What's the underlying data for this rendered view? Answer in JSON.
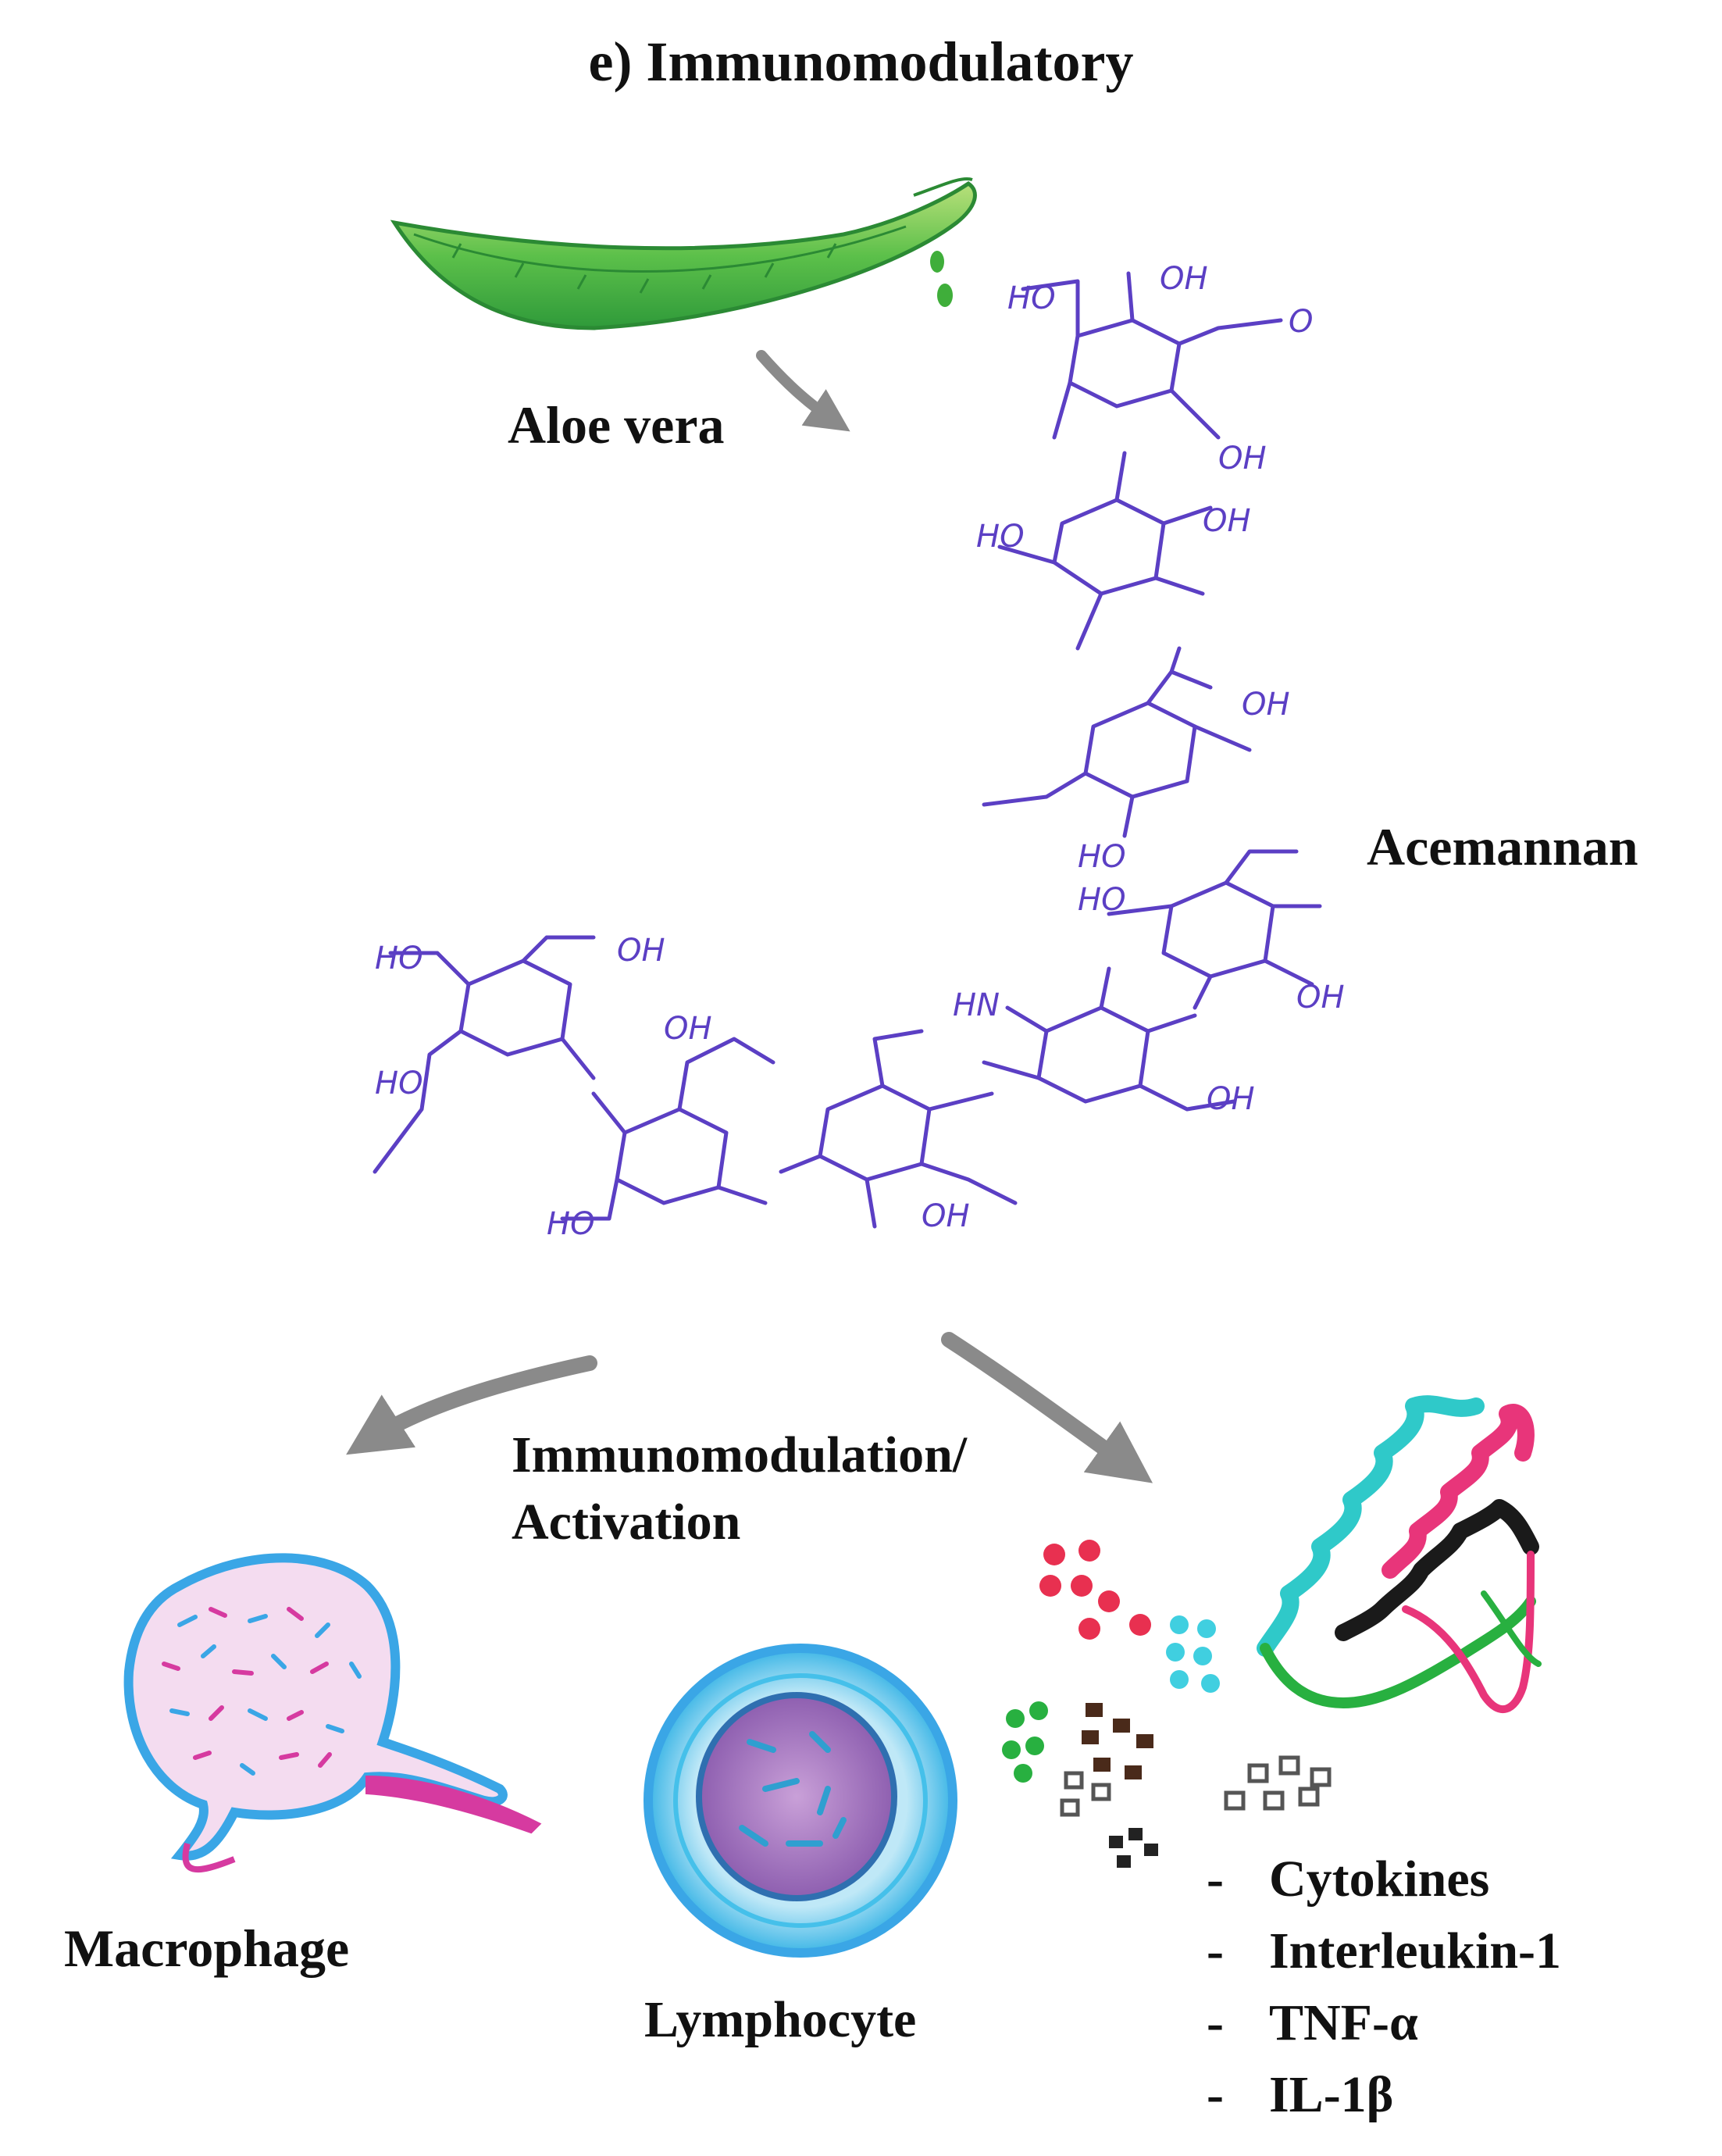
{
  "title": "e) Immunomodulatory",
  "labels": {
    "aloe": "Aloe vera",
    "acemannan": "Acemannan",
    "immuno_line1": "Immunomodulation/",
    "immuno_line2": "Activation",
    "macrophage": "Macrophage",
    "lymphocyte": "Lymphocyte"
  },
  "cytokine_list": [
    {
      "dash": "-",
      "text": "Cytokines"
    },
    {
      "dash": "-",
      "text": "Interleukin-1"
    },
    {
      "dash": "-",
      "text": "TNF-α"
    },
    {
      "dash": "-",
      "text": "IL-1β"
    }
  ],
  "molecule_groups": [
    "HO",
    "OH",
    "O",
    "HN"
  ],
  "colors": {
    "leaf": "#3fae3a",
    "leaf_light": "#a8dc6a",
    "molecule": "#5b3fc4",
    "arrow": "#8a8a8a",
    "macrophage_blue": "#3aa6e6",
    "macrophage_pink": "#d63aa0",
    "lymphocyte_blue": "#45c0ea",
    "lymphocyte_purple": "#a070b8",
    "cytokine_red": "#e83050",
    "cytokine_cyan": "#40cfe0",
    "cytokine_green": "#28b040",
    "cytokine_black": "#222222"
  }
}
